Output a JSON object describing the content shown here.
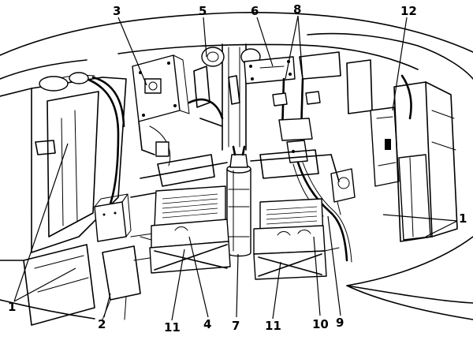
{
  "figure": {
    "callouts": [
      {
        "id": "c1",
        "label": "1"
      },
      {
        "id": "c2",
        "label": "2"
      },
      {
        "id": "c3",
        "label": "3"
      },
      {
        "id": "c4",
        "label": "4"
      },
      {
        "id": "c5",
        "label": "5"
      },
      {
        "id": "c6",
        "label": "6"
      },
      {
        "id": "c7",
        "label": "7"
      },
      {
        "id": "c8",
        "label": "8"
      },
      {
        "id": "c9",
        "label": "9"
      },
      {
        "id": "c10",
        "label": "10"
      },
      {
        "id": "c11a",
        "label": "11"
      },
      {
        "id": "c11b",
        "label": "11"
      },
      {
        "id": "c12",
        "label": "12"
      }
    ]
  }
}
